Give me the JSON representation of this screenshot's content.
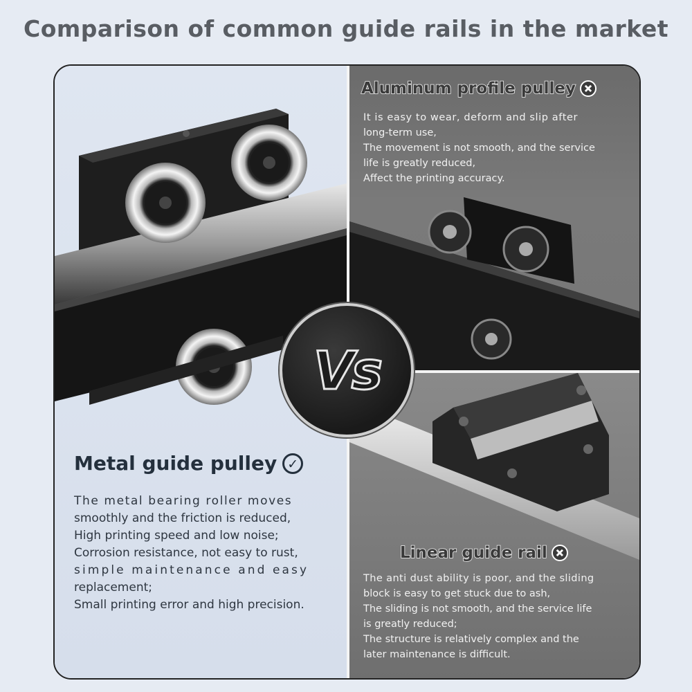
{
  "page_title": "Comparison of common guide rails in the market",
  "vs_label": "Vs",
  "metal": {
    "title": "Metal guide pulley",
    "icon": "check-circle-icon",
    "lines": [
      "The metal bearing roller moves",
      "smoothly and the friction is reduced,",
      "High printing speed and low noise;",
      "Corrosion resistance, not easy to rust,",
      "simple maintenance and easy",
      "replacement;",
      "Small printing error and high precision."
    ]
  },
  "aluminum": {
    "title": "Aluminum profile pulley",
    "icon": "x-circle-icon",
    "lines": [
      "It is easy to wear, deform and slip after",
      "long-term use,",
      "The movement is not smooth, and the service",
      "life is greatly reduced,",
      "Affect the printing accuracy."
    ]
  },
  "linear": {
    "title": "Linear guide rail",
    "icon": "x-circle-icon",
    "lines": [
      "The anti dust ability is poor, and the sliding",
      "block is easy to get stuck due to ash,",
      "The sliding is not smooth, and the service life",
      "is greatly reduced;",
      "The structure is relatively complex and the",
      "later maintenance is difficult."
    ]
  },
  "colors": {
    "background": "#e6ebf3",
    "title": "#595d63",
    "dark_text": "#24303d",
    "panel_gray": "#777777"
  }
}
